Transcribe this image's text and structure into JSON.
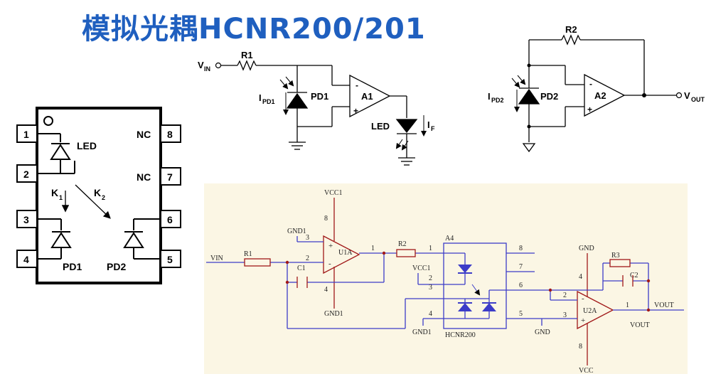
{
  "title": "模拟光耦HCNR200/201",
  "package": {
    "pins_left": [
      "1",
      "2",
      "3",
      "4"
    ],
    "pins_right": [
      "8",
      "7",
      "6",
      "5"
    ],
    "nc_labels": [
      "NC",
      "NC"
    ],
    "led": "LED",
    "k1": "K",
    "k1_sub": "1",
    "k2": "K",
    "k2_sub": "2",
    "pd1": "PD1",
    "pd2": "PD2"
  },
  "input_circuit": {
    "vin": "V",
    "vin_sub": "IN",
    "r1": "R1",
    "ipd1": "I",
    "ipd1_sub": "PD1",
    "pd1": "PD1",
    "a1": "A1",
    "led": "LED",
    "if": "I",
    "if_sub": "F",
    "minus": "-",
    "plus": "+"
  },
  "output_circuit": {
    "r2": "R2",
    "ipd2": "I",
    "ipd2_sub": "PD2",
    "pd2": "PD2",
    "a2": "A2",
    "vout": "V",
    "vout_sub": "OUT",
    "minus": "-",
    "plus": "+"
  },
  "schematic": {
    "vcc1": "VCC1",
    "gnd1": "GND1",
    "u1a": "U1A",
    "vin": "VIN",
    "r1": "R1",
    "c1": "C1",
    "r2": "R2",
    "a4": "A4",
    "hcnr": "HCNR200",
    "gnd": "GND",
    "vcc": "VCC",
    "r3": "R3",
    "c2": "C2",
    "u2a": "U2A",
    "vout": "VOUT",
    "pins": {
      "p1": "1",
      "p2": "2",
      "p3": "3",
      "p4": "4",
      "p5": "5",
      "p6": "6",
      "p7": "7",
      "p8": "8"
    }
  }
}
